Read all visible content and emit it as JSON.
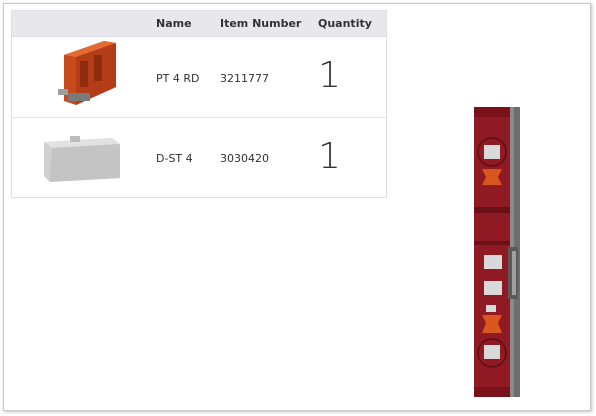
{
  "table": {
    "headers": {
      "name": "Name",
      "item_number": "Item Number",
      "quantity": "Quantity"
    },
    "rows": [
      {
        "name": "PT 4 RD",
        "item_number": "3211777",
        "quantity": "1",
        "image": "terminal-block-red-icon"
      },
      {
        "name": "D-ST 4",
        "item_number": "3030420",
        "quantity": "1",
        "image": "end-cover-gray-icon"
      }
    ]
  },
  "colors": {
    "terminal_red": "#8f1a24",
    "terminal_orange": "#d9561f",
    "cover_gray": "#cfcfcf",
    "header_bg": "#e8e8ec"
  }
}
